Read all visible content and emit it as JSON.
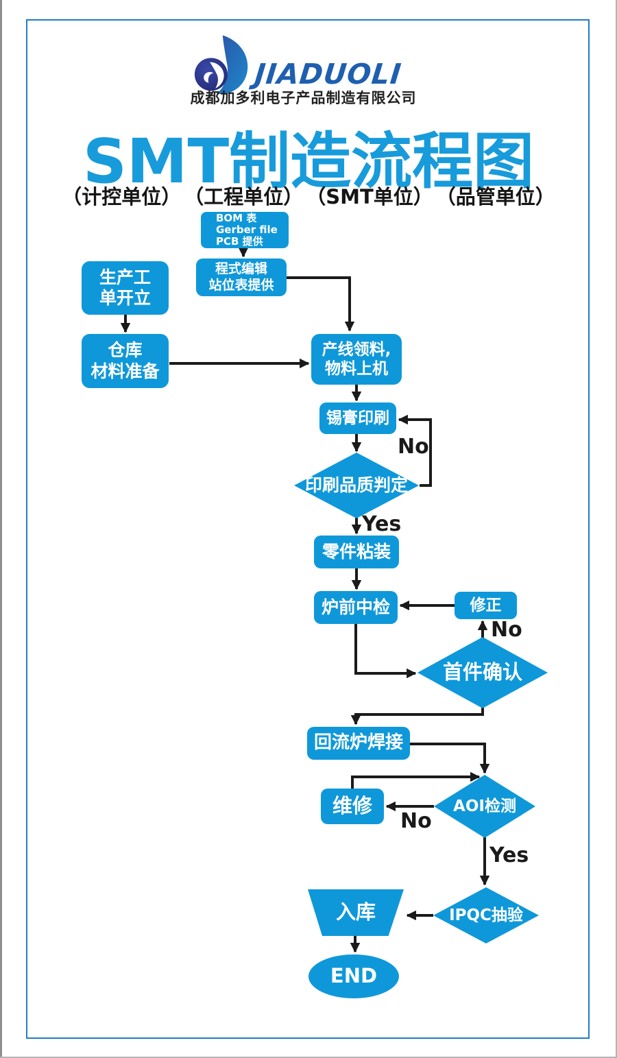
{
  "colors": {
    "node_blue": "#0f98d9",
    "title_blue": "#189bdb",
    "frame_blue": "#1f7dc6",
    "arrow_black": "#1a1a1a",
    "logo_navy": "#23276f",
    "logo_blue": "#1e88cb"
  },
  "logo": {
    "brand": "JIADUOLI",
    "company": "成都加多利电子产品制造有限公司",
    "mark": "swirl-d-logo"
  },
  "header": {
    "title": "SMT制造流程图",
    "units": [
      "（计控单位）",
      "（工程单位）",
      "（SMT单位）",
      "（品管单位）"
    ]
  },
  "flow": {
    "bom": "BOM 表\nGerber file\nPCB 提供",
    "program_edit": "程式编辑\n站位表提供",
    "work_order": "生产工\n单开立",
    "warehouse": "仓库\n材料准备",
    "line_material": "产线领料,\n物料上机",
    "solder_print": "锡膏印刷",
    "print_quality": "印刷品质判定",
    "part_place": "零件粘装",
    "pre_oven_check": "炉前中检",
    "fix": "修正",
    "first_article": "首件确认",
    "reflow": "回流炉焊接",
    "aoi": "AOI检测",
    "repair": "维修",
    "ipqc": "IPQC抽验",
    "storage": "入库",
    "end": "END"
  },
  "edge_labels": {
    "print_no": "No",
    "print_yes": "Yes",
    "first_no": "No",
    "aoi_no": "No",
    "aoi_yes": "Yes"
  }
}
